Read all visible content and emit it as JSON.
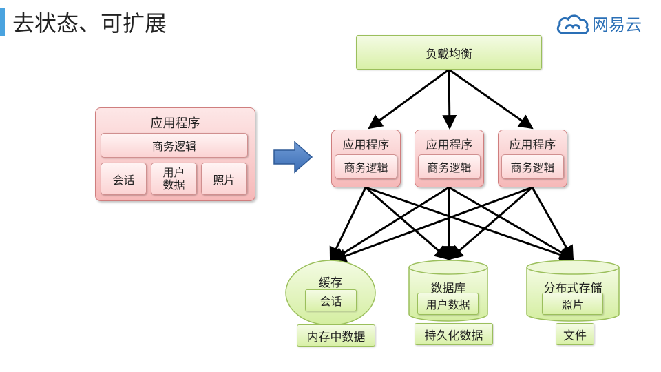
{
  "title": "去状态、可扩展",
  "brand": {
    "name": "网易云",
    "logo_icon": "cloud-icon",
    "color": "#2a6fb6"
  },
  "left_app": {
    "title": "应用程序",
    "business": "商务逻辑",
    "session": "会话",
    "user_data": "用户\n数据",
    "photo": "照片"
  },
  "arrow_icon": "right-arrow-icon",
  "load_balancer": "负载均衡",
  "app_nodes": [
    {
      "title": "应用程序",
      "logic": "商务逻辑"
    },
    {
      "title": "应用程序",
      "logic": "商务逻辑"
    },
    {
      "title": "应用程序",
      "logic": "商务逻辑"
    }
  ],
  "stores": {
    "cache": {
      "title": "缓存",
      "content": "会话",
      "caption": "内存中数据"
    },
    "database": {
      "title": "数据库",
      "content": "用户数据",
      "caption": "持久化数据"
    },
    "storage": {
      "title": "分布式存储",
      "content": "照片",
      "caption": "文件"
    }
  },
  "colors": {
    "accent_bar": "#4aa3df",
    "arrow_blue": "#3d6fb5",
    "pink": "#f6b8b8",
    "green": "#d9f0a8"
  }
}
